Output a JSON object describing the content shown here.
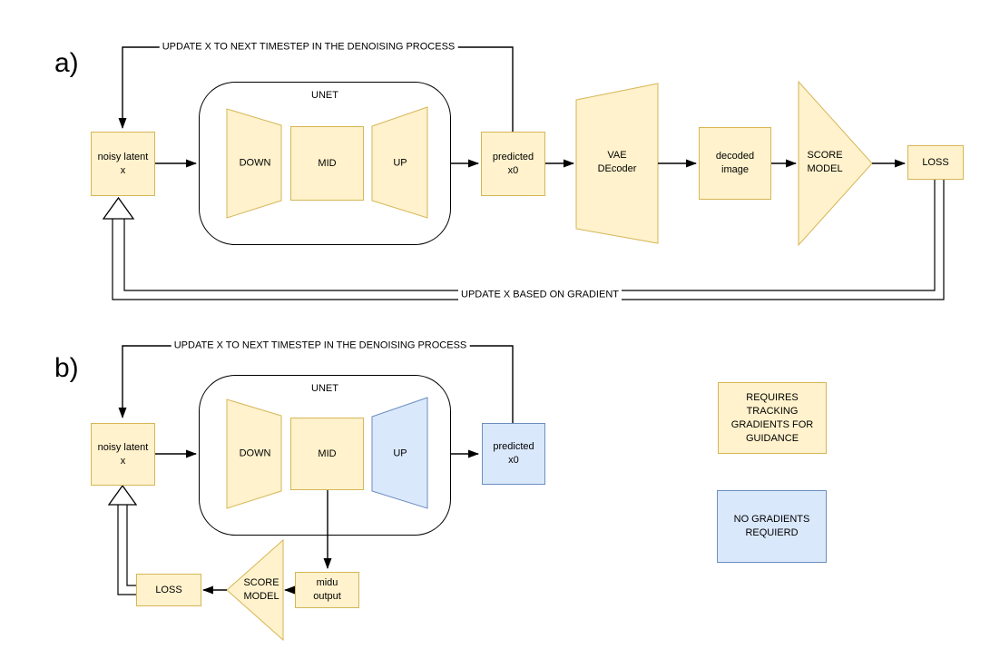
{
  "palette": {
    "node_fill_yellow": "#FFF2CC",
    "node_border_yellow": "#D6B656",
    "node_fill_blue": "#DAE8FC",
    "node_border_blue": "#6C8EBF",
    "line_color": "#000000",
    "background": "#FFFFFF"
  },
  "section_a": {
    "index_label": "a)",
    "top_loop_label": "UPDATE X TO NEXT TIMESTEP IN THE DENOISING PROCESS",
    "bottom_loop_label": "UPDATE X BASED ON GRADIENT",
    "noisy_latent": "noisy latent\nx",
    "unet_title": "UNET",
    "down": "DOWN",
    "mid": "MID",
    "up": "UP",
    "predicted_x0": "predicted\nx0",
    "vae_decoder": "VAE\nDEcoder",
    "decoded_image": "decoded\nimage",
    "score_model": "SCORE\nMODEL",
    "loss": "LOSS"
  },
  "section_b": {
    "index_label": "b)",
    "top_loop_label": "UPDATE X TO NEXT TIMESTEP IN THE DENOISING PROCESS",
    "noisy_latent": "noisy latent\nx",
    "unet_title": "UNET",
    "down": "DOWN",
    "mid": "MID",
    "up": "UP",
    "predicted_x0": "predicted\nx0",
    "midu_output": "midu\noutput",
    "score_model": "SCORE\nMODEL",
    "loss": "LOSS"
  },
  "legend": {
    "requires_gradients": "REQUIRES TRACKING GRADIENTS FOR GUIDANCE",
    "no_gradients": "NO GRADIENTS REQUIERD"
  }
}
